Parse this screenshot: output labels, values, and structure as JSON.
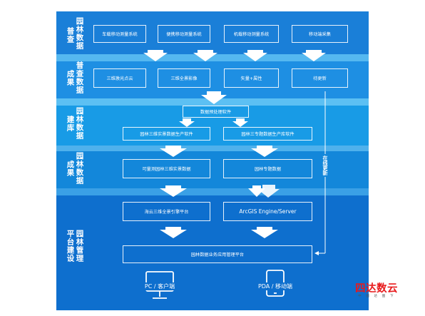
{
  "sections": [
    {
      "id": "survey",
      "label_right": "园林数据",
      "label_left": "普查"
    },
    {
      "id": "survey_results",
      "label_right": "普查数据",
      "label_left": "成果"
    },
    {
      "id": "build_db",
      "label_right": "园林数据",
      "label_left": "建库"
    },
    {
      "id": "results",
      "label_right": "园林数据",
      "label_left": "成果"
    },
    {
      "id": "platform",
      "label_right": "园林管理",
      "label_left": "平台建设"
    }
  ],
  "row1": [
    "车载移动测量系统",
    "便携移动测量系统",
    "机载移动测量系统",
    "移动端采集"
  ],
  "row2": [
    "三维激光点云",
    "三维全景影像",
    "矢量+属性",
    "待更新"
  ],
  "row3": {
    "preprocess": "数据预处理软件",
    "left": "园林三维实景数据生产软件",
    "right": "园林三专题数据生产库软件"
  },
  "row4": {
    "left": "可量测园林三维实景数据",
    "right": "园林专题数据"
  },
  "row5": {
    "left": "海云三维全景引擎平台",
    "right": "ArcGIS Engine/Server"
  },
  "row6": {
    "platform": "园林数据业务应用管理平台"
  },
  "online_update": "在线更新",
  "clients": {
    "pc": "PC / 客户端",
    "pda": "PDA / 移动端"
  },
  "logo": {
    "name": "四达数云",
    "sub": "中 图 达 图 下"
  },
  "colors": {
    "band1": "#1a7fd8",
    "band2": "#1e8fe3",
    "band3": "#189be6",
    "band4": "#1387da",
    "band5": "#0e6fce",
    "stripe": "#55b8f0",
    "arrow": "#ffffff",
    "logo_red": "#e8191b"
  }
}
